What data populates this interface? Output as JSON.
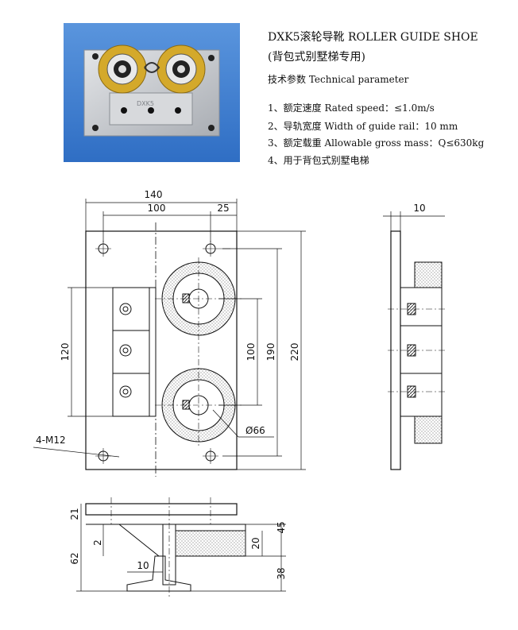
{
  "header": {
    "title_line1": "DXK5滚轮导靴    ROLLER GUIDE SHOE",
    "title_line2": "(背包式别墅梯专用)",
    "params_title": "技术参数  Technical parameter"
  },
  "specs": [
    "1、额定速度  Rated speed：≤1.0m/s",
    "2、导轨宽度  Width of guide rail：10 mm",
    "3、额定载重  Allowable gross mass：Q≤630kg",
    "4、用于背包式别墅电梯"
  ],
  "photo_marking": "DXK5",
  "dimensions": {
    "front_total_width": "140",
    "front_hole_pitch": "100",
    "front_offset": "25",
    "front_left_height": "120",
    "front_roller_pitch": "100",
    "front_hole_vertical": "190",
    "front_total_height": "220",
    "hole_callout": "4-M12",
    "roller_diameter": "Ø66",
    "side_thickness": "10",
    "bottom_plate": "21",
    "bottom_gap": "2",
    "bottom_height": "62",
    "bottom_rail": "10",
    "bottom_roller_height": "45",
    "bottom_roller_width": "20",
    "bottom_base": "38"
  },
  "colors": {
    "line": "#111111",
    "photo_background": "#3f7fd0",
    "plate": "#c9cdd2",
    "roller_tire": "#d4a92b"
  }
}
